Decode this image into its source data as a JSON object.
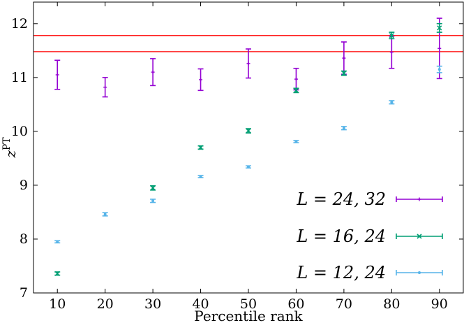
{
  "chart_data": {
    "type": "scatter",
    "xlabel": "Percentile rank",
    "ylabel_main": "z",
    "ylabel_sup": "PT",
    "xlim": [
      5,
      95
    ],
    "ylim": [
      7,
      12.4
    ],
    "x_ticks": [
      10,
      20,
      30,
      40,
      50,
      60,
      70,
      80,
      90
    ],
    "y_ticks": [
      7,
      8,
      9,
      10,
      11,
      12
    ],
    "grid": false,
    "legend_position": "lower-right",
    "reference_lines": [
      {
        "y": 11.78,
        "color": "#ff2020"
      },
      {
        "y": 11.48,
        "color": "#ff2020"
      }
    ],
    "series": [
      {
        "name": "L = 24, 32",
        "color": "#9400d3",
        "marker": "plus",
        "points": [
          {
            "x": 10,
            "y": 11.05,
            "err": 0.27
          },
          {
            "x": 20,
            "y": 10.82,
            "err": 0.18
          },
          {
            "x": 30,
            "y": 11.1,
            "err": 0.25
          },
          {
            "x": 40,
            "y": 10.96,
            "err": 0.2
          },
          {
            "x": 50,
            "y": 11.26,
            "err": 0.27
          },
          {
            "x": 60,
            "y": 10.97,
            "err": 0.2
          },
          {
            "x": 70,
            "y": 11.36,
            "err": 0.3
          },
          {
            "x": 80,
            "y": 11.47,
            "err": 0.3
          },
          {
            "x": 90,
            "y": 11.54,
            "err": 0.56
          }
        ]
      },
      {
        "name": "L = 16, 24",
        "color": "#009e73",
        "marker": "x",
        "points": [
          {
            "x": 10,
            "y": 7.36,
            "err": 0.03
          },
          {
            "x": 30,
            "y": 8.95,
            "err": 0.04
          },
          {
            "x": 40,
            "y": 9.7,
            "err": 0.03
          },
          {
            "x": 50,
            "y": 10.01,
            "err": 0.04
          },
          {
            "x": 60,
            "y": 10.76,
            "err": 0.04
          },
          {
            "x": 70,
            "y": 11.08,
            "err": 0.04
          },
          {
            "x": 80,
            "y": 11.78,
            "err": 0.06
          },
          {
            "x": 90,
            "y": 11.92,
            "err": 0.08
          }
        ]
      },
      {
        "name": "L = 12, 24",
        "color": "#56b4e9",
        "marker": "dot",
        "points": [
          {
            "x": 10,
            "y": 7.95,
            "err": 0.02
          },
          {
            "x": 20,
            "y": 8.46,
            "err": 0.03
          },
          {
            "x": 30,
            "y": 8.71,
            "err": 0.03
          },
          {
            "x": 40,
            "y": 9.16,
            "err": 0.02
          },
          {
            "x": 50,
            "y": 9.34,
            "err": 0.02
          },
          {
            "x": 60,
            "y": 9.81,
            "err": 0.02
          },
          {
            "x": 70,
            "y": 10.06,
            "err": 0.03
          },
          {
            "x": 80,
            "y": 10.54,
            "err": 0.03
          },
          {
            "x": 90,
            "y": 11.15,
            "err": 0.06
          }
        ]
      }
    ]
  }
}
